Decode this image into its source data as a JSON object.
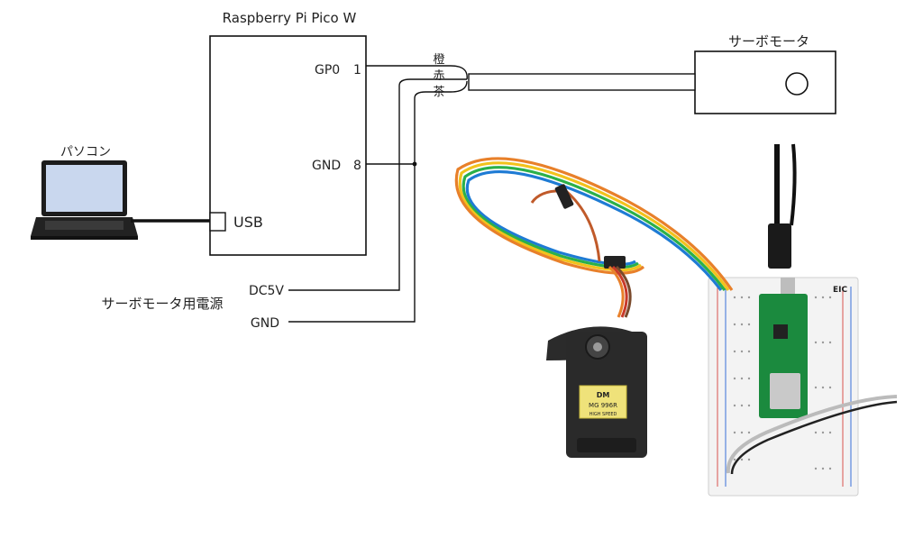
{
  "pico": {
    "title": "Raspberry Pi Pico W",
    "pin_gp0_name": "GP0",
    "pin_gp0_num": "1",
    "pin_gnd_name": "GND",
    "pin_gnd_num": "8",
    "usb_label": "USB"
  },
  "pc": {
    "label": "パソコン"
  },
  "servo": {
    "label": "サーボモータ"
  },
  "wires": {
    "orange": "橙",
    "red": "赤",
    "brown": "茶"
  },
  "power": {
    "title": "サーボモータ用電源",
    "dc5v": "DC5V",
    "gnd": "GND"
  },
  "photo": {
    "eic_label": "EIC",
    "servo_brand": "DM",
    "servo_model": "MG 996R",
    "servo_note": "HIGH SPEED"
  },
  "colors": {
    "line": "#111111",
    "laptop_screen": "#c9d7ee",
    "wire_orange": "#e8802a",
    "wire_red": "#c73a2a",
    "wire_brown": "#7a4a2c",
    "pico_green": "#1b8a3e"
  }
}
